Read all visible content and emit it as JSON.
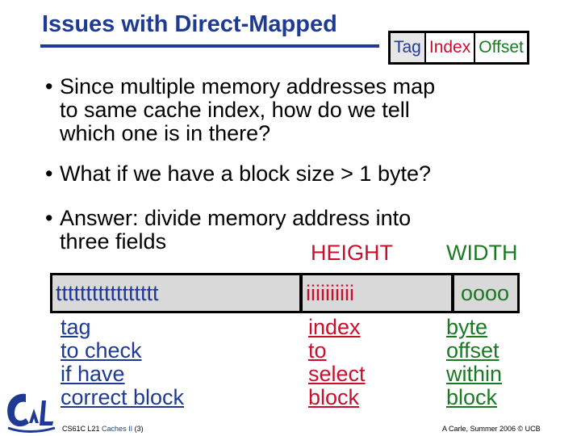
{
  "slide": {
    "title": "Issues with Direct-Mapped",
    "field_box": {
      "tag": "Tag",
      "index": "Index",
      "offset": "Offset"
    },
    "bullets": [
      "Since multiple memory addresses map\nto same cache index, how do we tell\nwhich one is in there?",
      "What if we have a block size > 1 byte?",
      "Answer: divide memory address into\nthree fields"
    ],
    "bullet_symbol": "•",
    "height_label": "HEIGHT",
    "width_label": "WIDTH",
    "address": {
      "tag_bits": "ttttttttttttttttt",
      "index_bits": "iiiiiiiiii",
      "offset_bits": "oooo"
    },
    "descriptions": {
      "tag": "tag\nto check\nif have\ncorrect block",
      "index": "index\nto\nselect\nblock",
      "offset": "byte\noffset\nwithin\nblock"
    },
    "footer": {
      "course": "CS61C L21",
      "topic": "Caches II",
      "page": "(3)",
      "credit": "A Carle, Summer 2006 © UCB"
    }
  },
  "colors": {
    "blue": "#1f3a93",
    "red": "#c8102e",
    "green": "#1a7a24",
    "gray": "#d9d9d9"
  }
}
